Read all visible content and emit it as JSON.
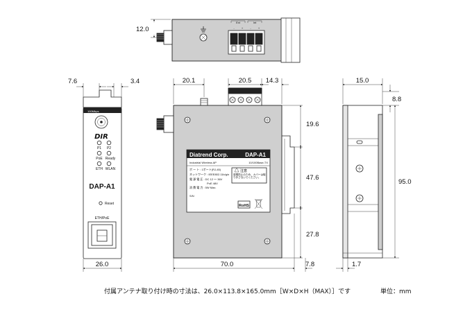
{
  "dimensions": {
    "top_height": "12.0",
    "front_left": "7.6",
    "front_right": "3.4",
    "front_width": "26.0",
    "side_left": "20.1",
    "side_terminal": "20.5",
    "side_right": "14.3",
    "side_width": "70.0",
    "side_7_8": "7.8",
    "right_top": "19.6",
    "right_mid": "47.6",
    "right_bottom": "27.8",
    "depth_width": "15.0",
    "depth_top": "8.8",
    "depth_height": "95.0",
    "depth_bottom": "1.7"
  },
  "top_view": {
    "terminal_labels": [
      "Ext",
      "Int"
    ],
    "polarity": [
      "-",
      "+",
      "-",
      "+"
    ]
  },
  "front_panel": {
    "speed_label": "100Mbps",
    "brand_logo": "DIR",
    "led_labels": [
      "P1",
      "P2",
      "PoE",
      "Ready",
      "ETH",
      "WLAN"
    ],
    "model": "DAP-A1",
    "reset_label": "Reset",
    "port_label": "ETH/PoE"
  },
  "product_label": {
    "company": "Diatrend Corp.",
    "model": "DAP-A1",
    "description": "Industrial Wireless AP",
    "port_type": "10/100Base-TX",
    "specs": [
      "ポ ー ト : 1ポート(RJ-45)",
      "ネットワーク : IEEE802.11b/g/n",
      "電 源 電 圧 : DC 12 ～ 36V",
      "PoE 48V",
      "消 費 電 力 : 5W Max."
    ],
    "caution_title": "注意",
    "caution_text": "感電防止のため、カバーは取り外さないでください。",
    "serial_label": "S/N",
    "rohs": "RoHS"
  },
  "notes": {
    "footer_text": "付属アンテナ取り付け時の寸法は、26.0×113.8×165.0mm［W×D×H（MAX）］です",
    "unit_text": "単位：mm"
  }
}
